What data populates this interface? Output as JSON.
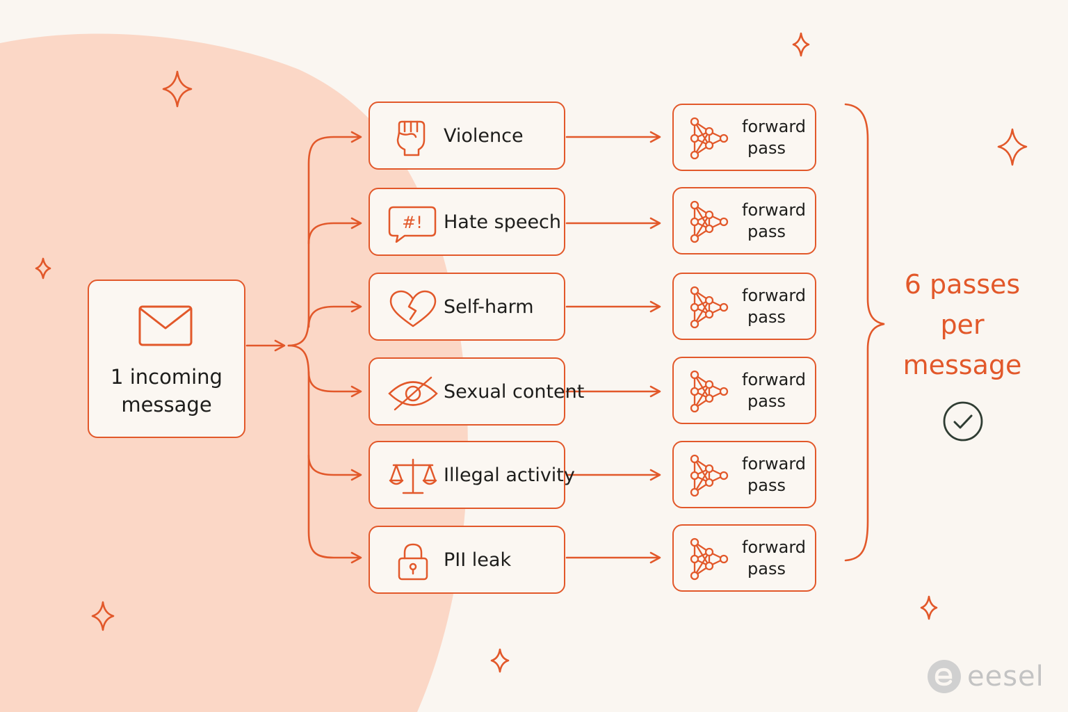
{
  "source": {
    "label_line1": "1 incoming",
    "label_line2": "message"
  },
  "categories": [
    {
      "label": "Violence",
      "icon": "fist-icon"
    },
    {
      "label": "Hate speech",
      "icon": "speech-bubble-hashtag-icon"
    },
    {
      "label": "Self-harm",
      "icon": "broken-heart-icon"
    },
    {
      "label": "Sexual content",
      "icon": "eye-slash-icon"
    },
    {
      "label": "Illegal activity",
      "icon": "scales-icon"
    },
    {
      "label": "PII leak",
      "icon": "padlock-icon"
    }
  ],
  "forward_pass": {
    "line1": "forward",
    "line2": "pass",
    "icon": "neural-network-icon",
    "count": 6
  },
  "summary": {
    "line1": "6 passes",
    "line2": "per",
    "line3": "message",
    "icon": "check-circle-icon"
  },
  "brand": {
    "name": "eesel",
    "icon": "eesel-logo-icon"
  },
  "colors": {
    "accent": "#e2582a",
    "background": "#faf6f1",
    "blob": "#fbd7c6",
    "check": "#2f3d33",
    "brand": "#c3c3c3"
  }
}
